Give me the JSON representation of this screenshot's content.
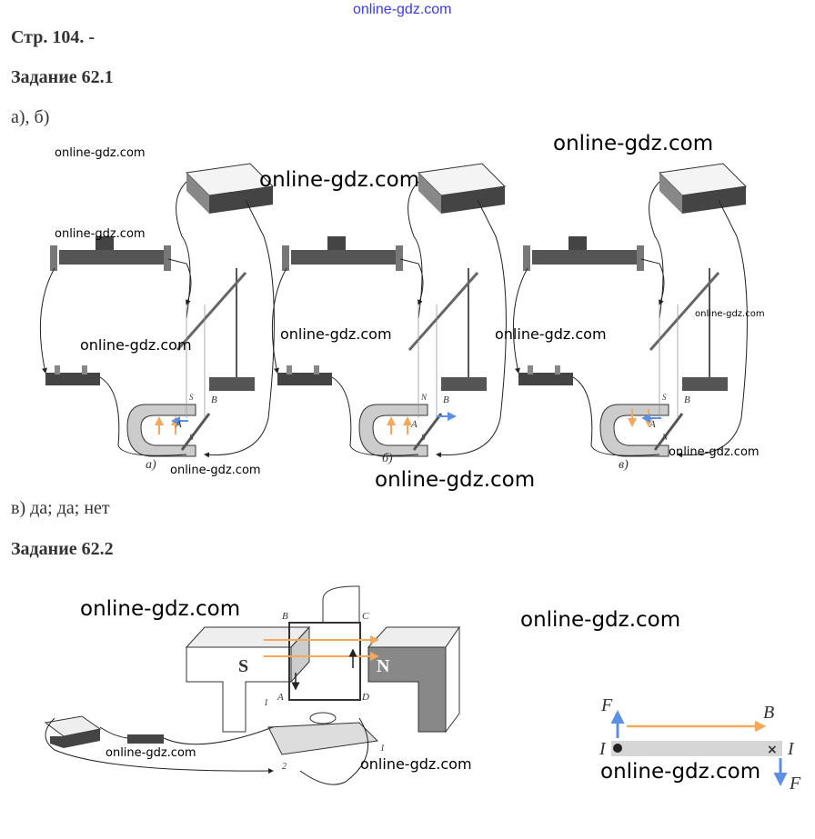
{
  "header_watermark": "online-gdz.com",
  "page_ref": "Стр. 104. -",
  "task1": {
    "title": "Задание 62.1",
    "answer_ab": "а), б)",
    "figures": [
      {
        "caption": "а)",
        "pole_top": "S",
        "pole_bottom": "S",
        "point_a": "A",
        "point_b": "B"
      },
      {
        "caption": "б)",
        "pole_top": "N",
        "pole_bottom": "S",
        "point_a": "A",
        "point_b": "B"
      },
      {
        "caption": "в)",
        "pole_top": "S",
        "pole_bottom": "N",
        "point_a": "A",
        "point_b": "B"
      }
    ],
    "answer_v": "в) да; да; нет"
  },
  "task2": {
    "title": "Задание 62.2",
    "magnet_left": "S",
    "magnet_right": "N",
    "frame_labels": [
      "A",
      "B",
      "C",
      "D",
      "1",
      "2",
      "1"
    ],
    "force_diagram": {
      "force_label": "F",
      "field_label": "B",
      "current_label": "I"
    }
  },
  "watermarks": [
    "online-gdz.com",
    "online-gdz.com",
    "online-gdz.com",
    "online-gdz.com",
    "online-gdz.com",
    "online-gdz.com",
    "online-gdz.com",
    "online-gdz.com",
    "online-gdz.com",
    "online-gdz.com",
    "online-gdz.com",
    "online-gdz.com",
    "online-gdz.com",
    "online-gdz.com",
    "online-gdz.com"
  ],
  "colors": {
    "orange_arrow": "#f5a85a",
    "blue_arrow": "#5b8fe6",
    "watermark_top": "#3a3af0"
  }
}
